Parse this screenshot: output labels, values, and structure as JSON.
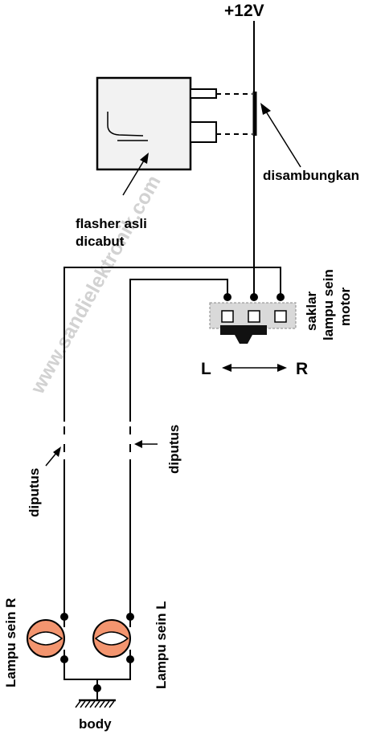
{
  "labels": {
    "supply": "+12V",
    "connect_note": "disambungkan",
    "flasher_line1": "flasher asli",
    "flasher_line2": "dicabut",
    "switch_line1": "saklar",
    "switch_line2": "lampu sein",
    "switch_line3": "motor",
    "dir_left": "L",
    "dir_right": "R",
    "cut_left": "diputus",
    "cut_right": "diputus",
    "lamp_right": "Lampu sein R",
    "lamp_left": "Lampu sein L",
    "ground": "body"
  },
  "watermark": "www.sandielektronik.com",
  "colors": {
    "wire": "#000000",
    "flasher_body": "#f2f2f2",
    "switch_box": "#d9d9d9",
    "lamp_orange": "#f3956f",
    "watermark": "#d2d2d2"
  }
}
